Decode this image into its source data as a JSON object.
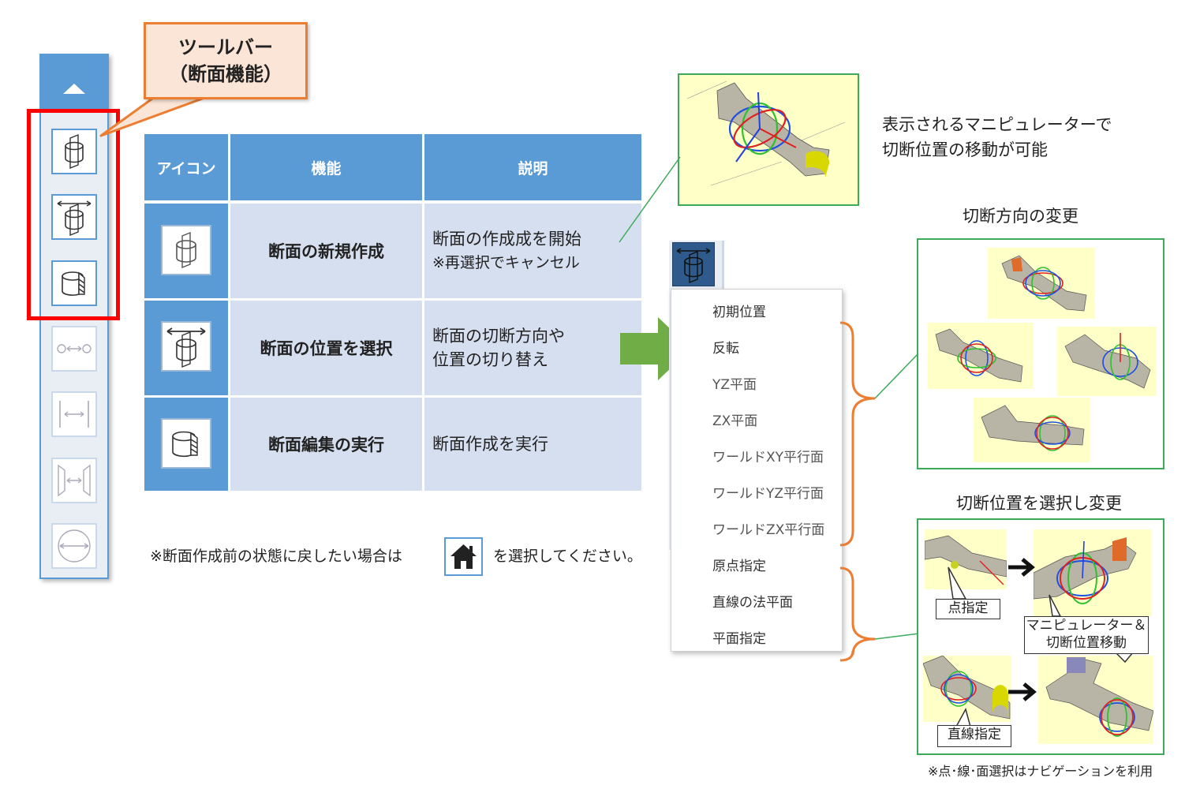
{
  "toolbar": {
    "callout_line1": "ツールバー",
    "callout_line2": "（断面機能）",
    "buttons": [
      "new-section-icon",
      "select-section-position-icon",
      "execute-section-edit-icon",
      "distance-between-points-icon",
      "parallel-distance-icon",
      "span-distance-icon",
      "diameter-icon"
    ]
  },
  "table": {
    "headers": [
      "アイコン",
      "機能",
      "説明"
    ],
    "rows": [
      {
        "icon": "new-section-icon",
        "name": "断面の新規作成",
        "desc": "断面の作成成を開始",
        "note": "※再選択でキャンセル"
      },
      {
        "icon": "select-section-position-icon",
        "name": "断面の位置を選択",
        "desc": "断面の切断方向や",
        "desc2": "位置の切り替え"
      },
      {
        "icon": "execute-section-edit-icon",
        "name": "断面編集の実行",
        "desc": "断面作成を実行"
      }
    ]
  },
  "home_note": {
    "before": "※断面作成前の状態に戻したい場合は",
    "icon": "home-icon",
    "after": "を選択してください。"
  },
  "manipulator_caption": {
    "line1": "表示されるマニピュレーターで",
    "line2": "切断位置の移動が可能"
  },
  "menu": {
    "items": [
      "初期位置",
      "反転",
      "YZ平面",
      "ZX平面",
      "ワールドXY平行面",
      "ワールドYZ平行面",
      "ワールドZX平行面",
      "原点指定",
      "直線の法平面",
      "平面指定"
    ]
  },
  "direction_caption": "切断方向の変更",
  "position_caption": "切断位置を選択し変更",
  "labels": {
    "point": "点指定",
    "manip_line1": "マニピュレーター＆",
    "manip_line2": "切断位置移動",
    "line": "直線指定"
  },
  "footnote": "※点･線･面選択はナビゲーションを利用",
  "colors": {
    "accent": "#5b9bd5",
    "cell": "#d6dfef",
    "highlight_red": "#ff0000",
    "callout_orange": "#ed7d31",
    "arrow_green": "#70ad47",
    "box_green": "#3daa5a",
    "shot_bg": "#ffffc8"
  }
}
